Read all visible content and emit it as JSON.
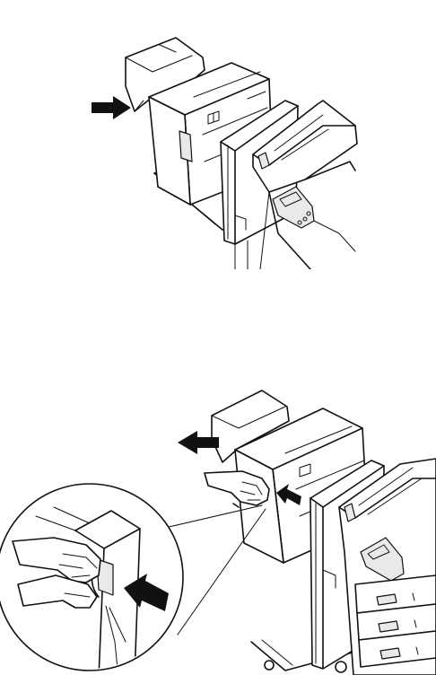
{
  "figures": [
    {
      "id": "step-close",
      "arrow_direction": "right",
      "icons": [
        "finisher-unit",
        "bridge-unit",
        "printer-top",
        "operator-panel",
        "direction-arrow"
      ]
    },
    {
      "id": "step-open",
      "arrow_direction": "left",
      "icons": [
        "finisher-unit",
        "bridge-unit",
        "printer-body",
        "paper-trays",
        "hand-pressing-latch",
        "magnified-inset",
        "press-arrow",
        "direction-arrow"
      ]
    }
  ],
  "colors": {
    "line": "#111111",
    "background": "#ffffff"
  }
}
